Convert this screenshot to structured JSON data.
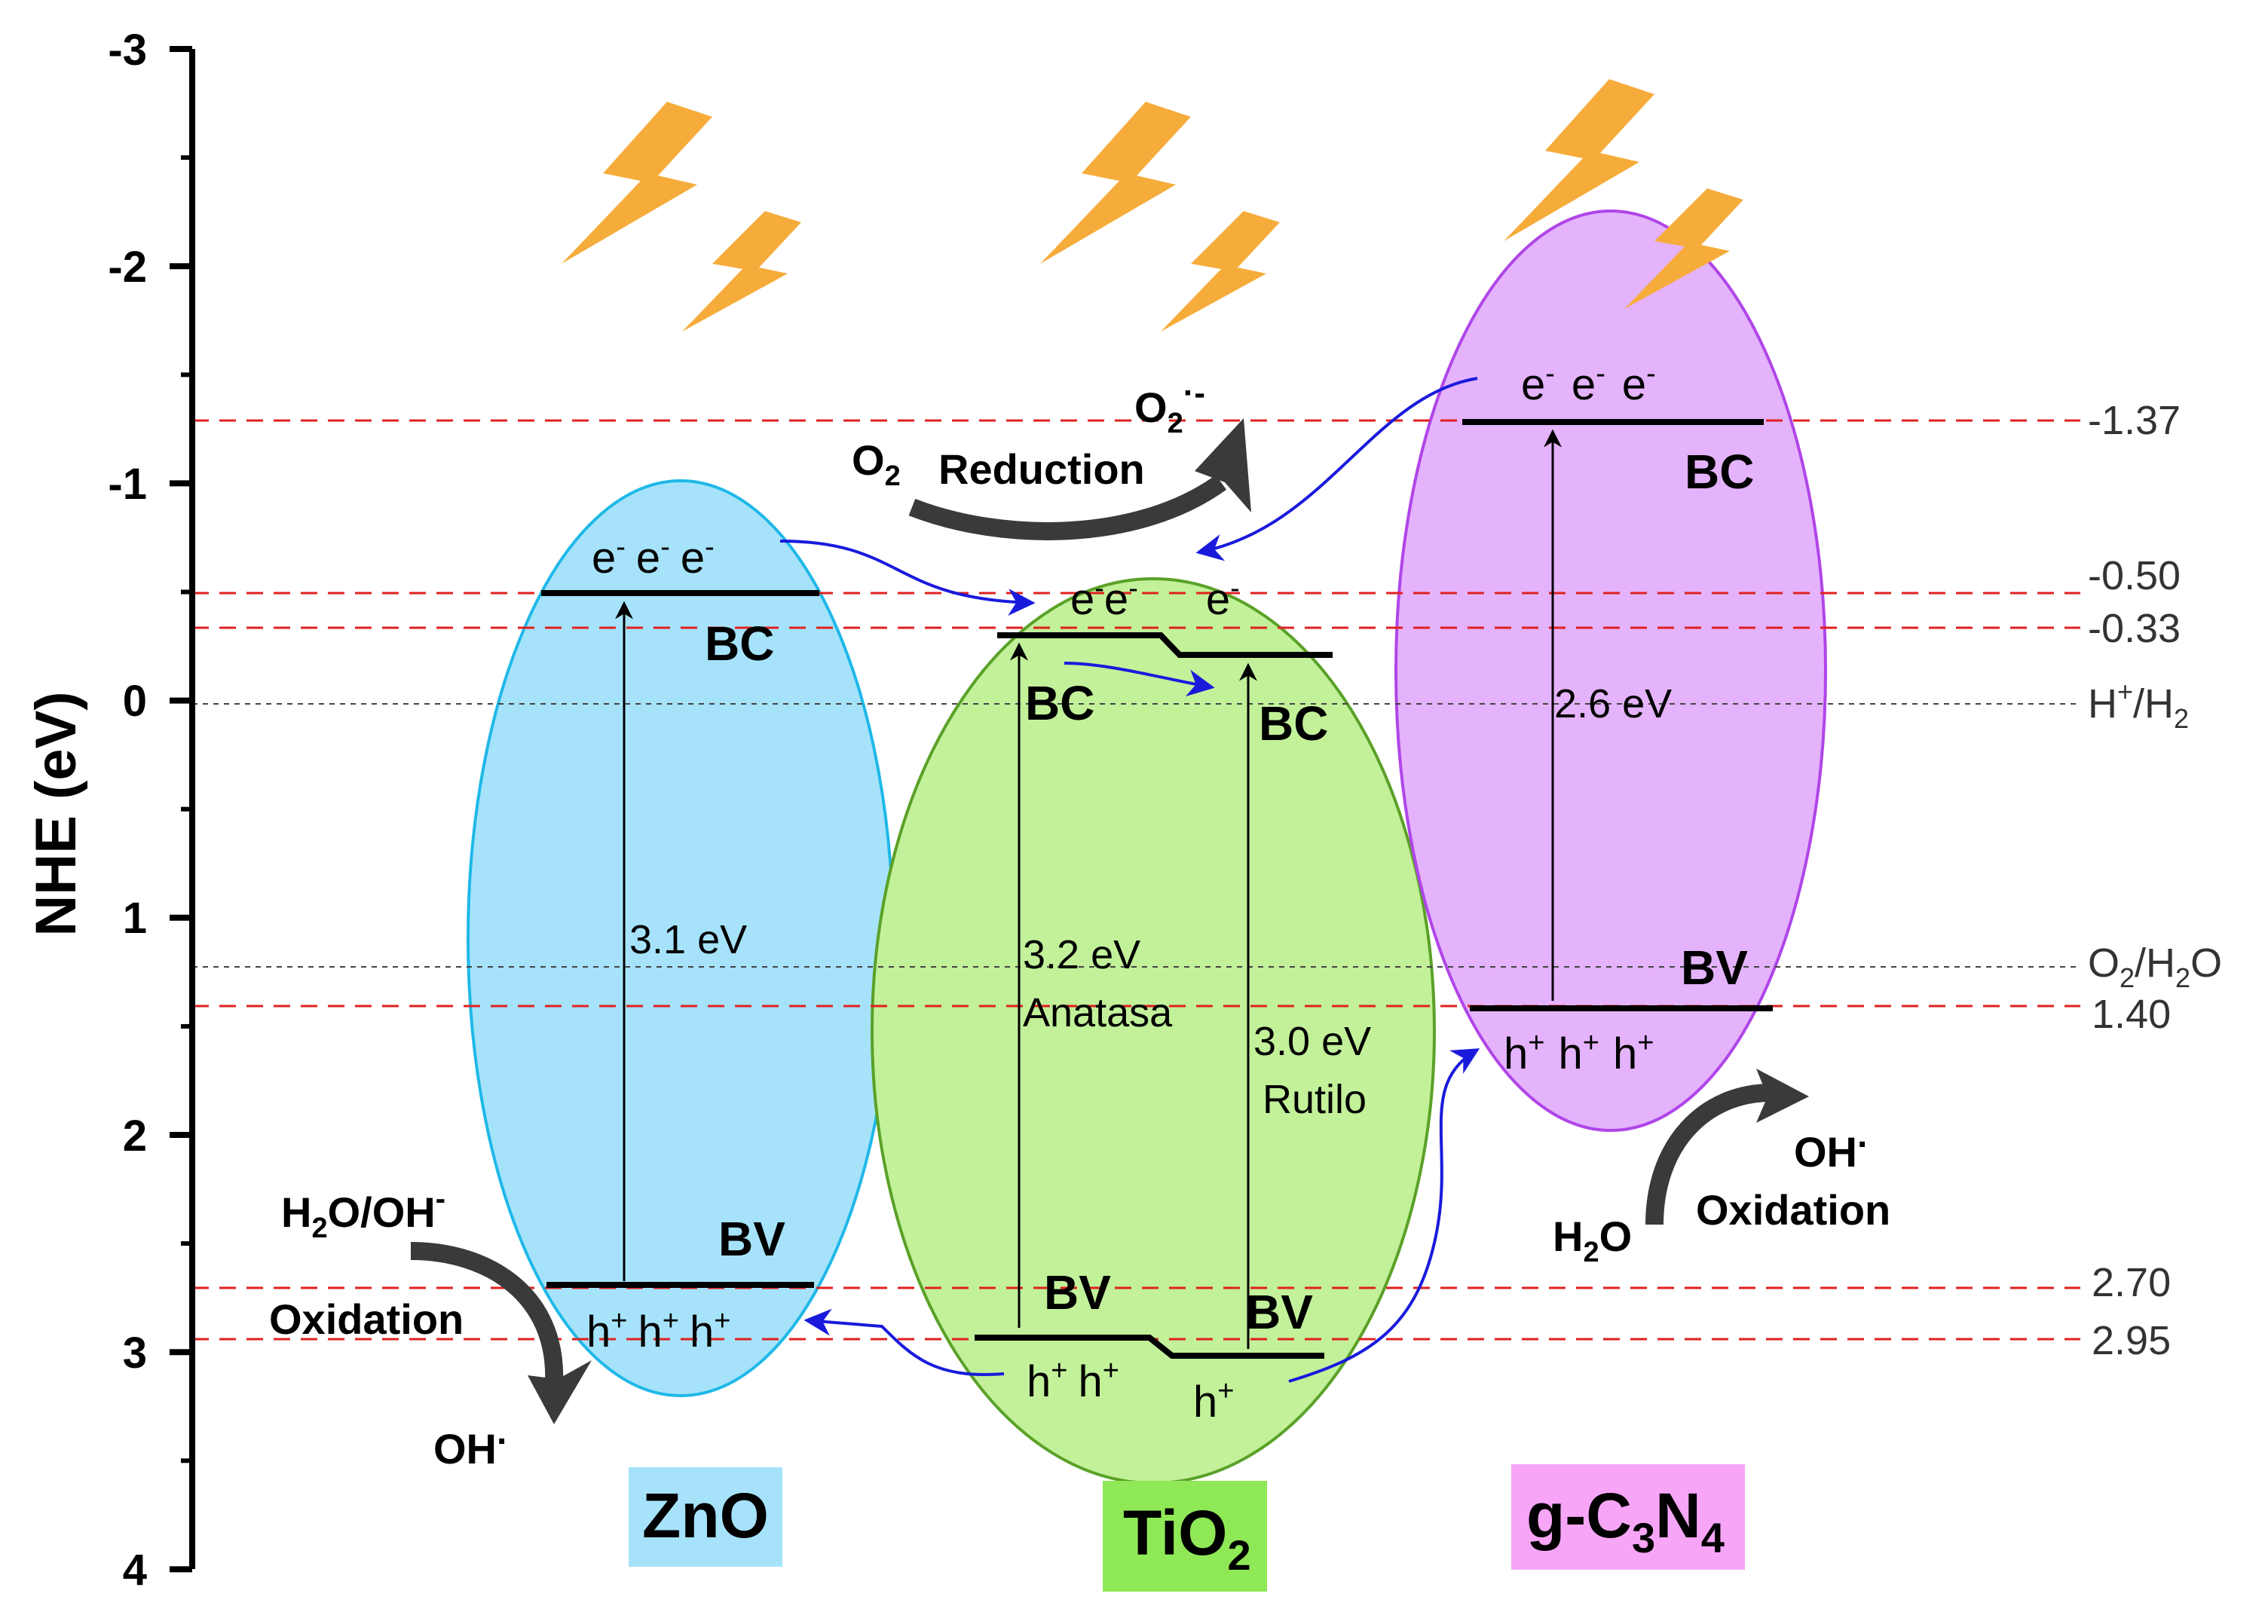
{
  "axis": {
    "label": "NHE (eV)",
    "ticks": [
      "-3",
      "-2",
      "-1",
      "0",
      "1",
      "2",
      "3",
      "4"
    ]
  },
  "reference_levels": {
    "minus_1_37": "-1.37",
    "minus_0_50": "-0.50",
    "minus_0_33": "-0.33",
    "h_h2": {
      "a": "H",
      "sup": "+",
      "b": "/H",
      "sub": "2"
    },
    "o2_h2o": {
      "a": "O",
      "sub": "2",
      "b": "/H",
      "sub2": "2",
      "c": "O"
    },
    "plus_1_40": "1.40",
    "plus_2_70": "2.70",
    "plus_2_95": "2.95"
  },
  "zno": {
    "name": "ZnO",
    "bc": "BC",
    "bv": "BV",
    "gap": "3.1 eV",
    "electrons": [
      "e",
      "e",
      "e"
    ],
    "holes": [
      "h",
      "h",
      "h"
    ],
    "oxidation_reactant": {
      "a": "H",
      "sub": "2",
      "b": "O/OH",
      "sup": "-"
    },
    "oxidation_label": "Oxidation",
    "oxidation_product": {
      "a": "OH",
      "sup": "."
    },
    "color": "#a6e3fb"
  },
  "tio2": {
    "name": {
      "a": "TiO",
      "sub": "2"
    },
    "anatase": {
      "bc": "BC",
      "bv": "BV",
      "gap": "3.2 eV",
      "phase": "Anatasa"
    },
    "rutile": {
      "bc": "BC",
      "bv": "BV",
      "gap": "3.0 eV",
      "phase": "Rutilo"
    },
    "electrons": [
      "e",
      "e",
      "e"
    ],
    "holes": [
      "h",
      "h",
      "h"
    ],
    "color": "#c2f19a"
  },
  "gc3n4": {
    "name": {
      "a": "g-C",
      "sub1": "3",
      "b": "N",
      "sub2": "4"
    },
    "bc": "BC",
    "bv": "BV",
    "gap": "2.6 eV",
    "electrons": [
      "e",
      "e",
      "e"
    ],
    "holes": [
      "h",
      "h",
      "h"
    ],
    "oxidation_reactant": {
      "a": "H",
      "sub": "2",
      "b": "O"
    },
    "oxidation_product": {
      "a": "OH",
      "sup": "."
    },
    "oxidation_label": "Oxidation",
    "color": "#e4b3fb"
  },
  "reduction": {
    "reactant": {
      "a": "O",
      "sub": "2"
    },
    "label": "Reduction",
    "product": {
      "a": "O",
      "sub": "2",
      "sup": "·-"
    }
  },
  "carrier_signs": {
    "minus": "-",
    "plus": "+"
  },
  "colors": {
    "ref_line": "#e02020",
    "transfer_arrow": "#1a1adc",
    "lightning": "#f6ac3b",
    "zno_label_bg": "#a6e3fb",
    "tio2_label_bg": "#8fe855",
    "gc3n4_label_bg": "#f7a6f7"
  },
  "icons": [
    "lightning-bolt-icon",
    "curved-arrow-icon"
  ]
}
